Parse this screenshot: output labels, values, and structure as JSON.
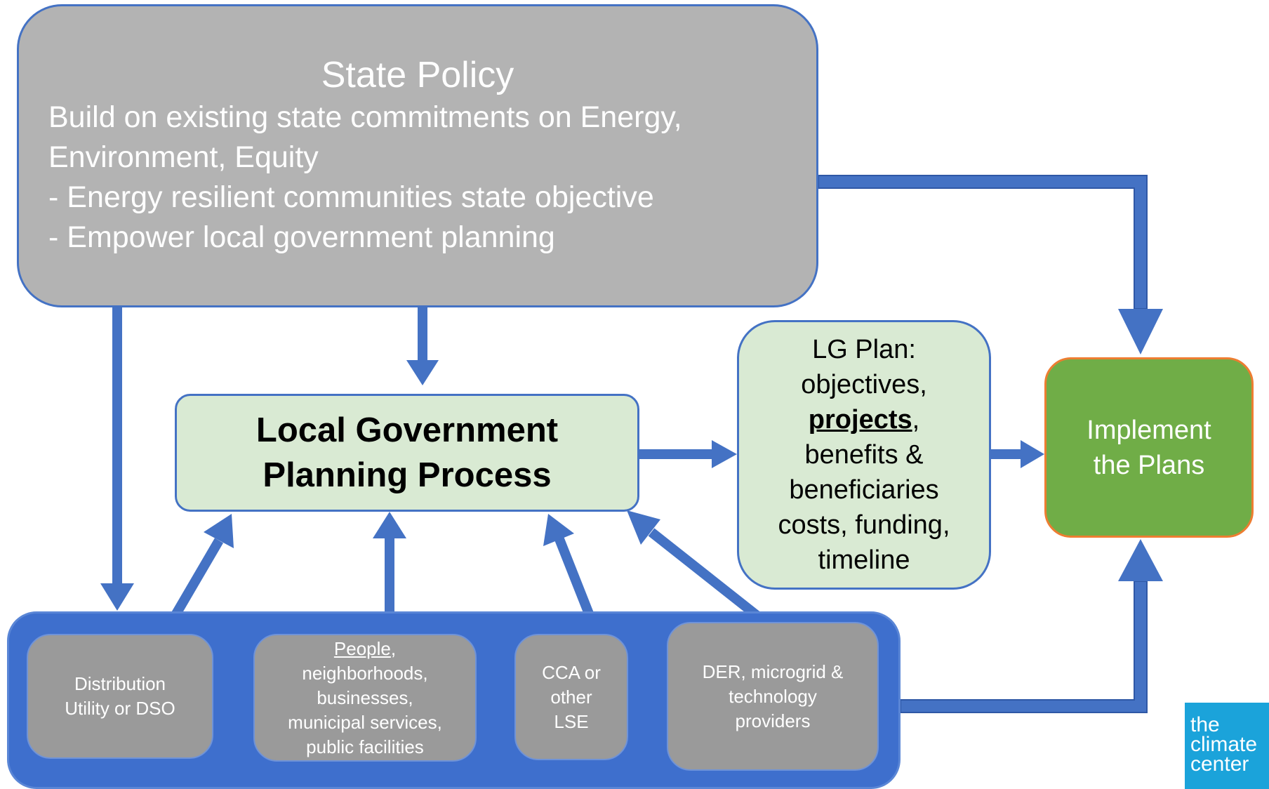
{
  "state_policy": {
    "title": "State Policy",
    "lines": [
      "Build on existing state commitments on Energy,",
      "Environment, Equity",
      "- Energy resilient communities state objective",
      "- Empower local government planning"
    ]
  },
  "lg_planning_process": {
    "line1": "Local Government",
    "line2": "Planning Process"
  },
  "lg_plan": {
    "line1": "LG Plan:",
    "line2": "objectives,",
    "line3_bold": "projects",
    "line3_rest": ",",
    "line4": "benefits &",
    "line5": "beneficiaries",
    "line6": "costs, funding,",
    "line7": "timeline"
  },
  "implement": {
    "line1": "Implement",
    "line2": "the Plans"
  },
  "stakeholders": {
    "utility": {
      "line1": "Distribution",
      "line2": "Utility or DSO"
    },
    "people": {
      "line1_underlined": "People",
      "line1_rest": ",",
      "line2": "neighborhoods,",
      "line3": "businesses,",
      "line4": "municipal services,",
      "line5": "public facilities"
    },
    "cca": {
      "line1": "CCA or",
      "line2": "other",
      "line3": "LSE"
    },
    "der": {
      "line1": "DER, microgrid &",
      "line2": "technology",
      "line3": "providers"
    }
  },
  "logo": {
    "line1": "the",
    "line2": "climate",
    "line3": "center"
  },
  "colors": {
    "arrow_blue": "#4472c4",
    "state_gray": "#b3b3b3",
    "light_green": "#d9ead3",
    "implement_green": "#70ad47",
    "implement_border": "#ed7d31",
    "stakeholder_blue": "#3e6fcd",
    "stakeholder_gray": "#9a9a9a",
    "logo_blue": "#1ba3da"
  }
}
